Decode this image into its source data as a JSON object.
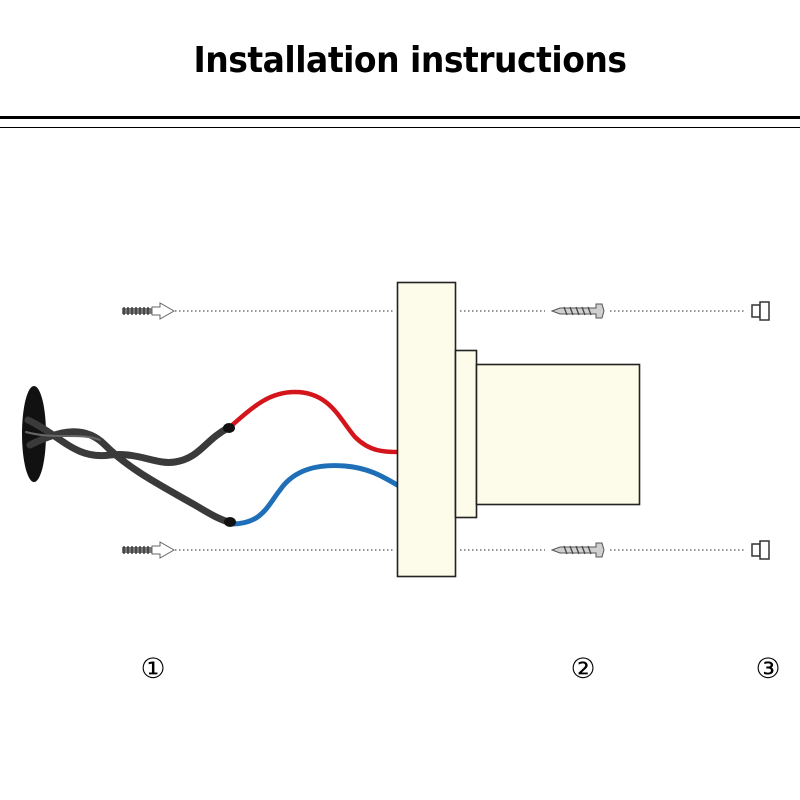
{
  "title": "Installation instructions",
  "steps": [
    "①",
    "②",
    "③"
  ],
  "parts": {
    "anchor": "wall-anchor-icon",
    "screw": "screw-icon",
    "cap": "screw-cap-icon",
    "plate": "mounting-plate",
    "fixture": "lamp-body",
    "cable": "power-cable"
  },
  "colors": {
    "live_wire": "#d4151b",
    "neutral_wire": "#1f6fb8",
    "cable_sheath": "#3a3a3a",
    "fixture_fill": "#fdfbe9"
  }
}
